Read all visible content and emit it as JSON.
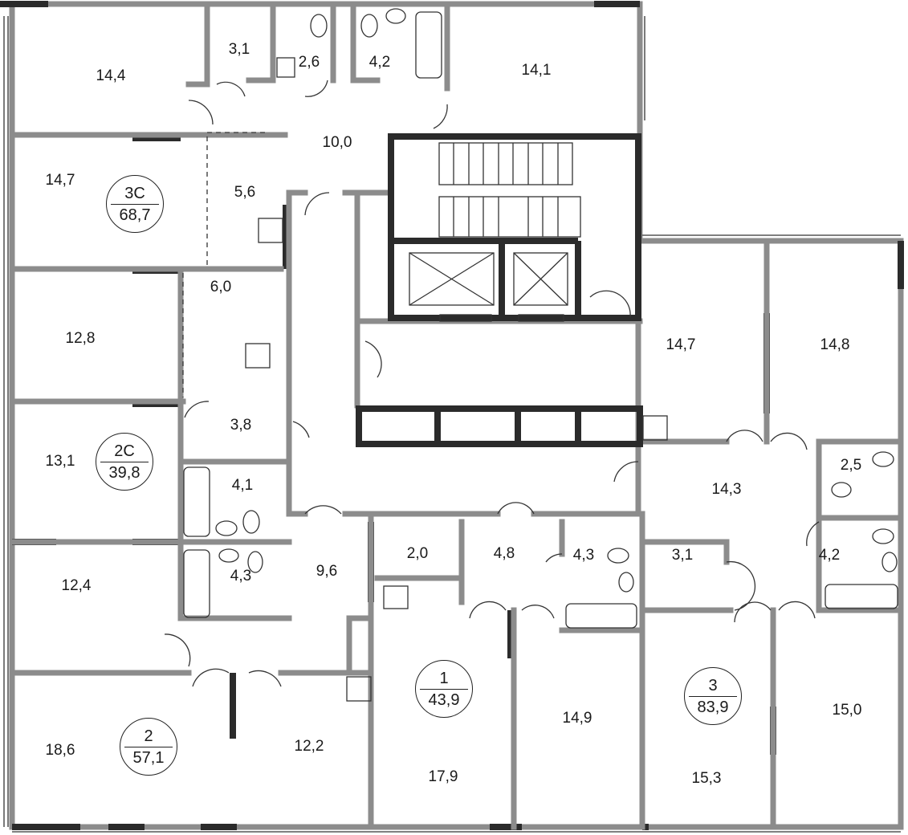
{
  "rooms": [
    {
      "area": "14,4"
    },
    {
      "area": "3,1"
    },
    {
      "area": "2,6"
    },
    {
      "area": "4,2"
    },
    {
      "area": "14,1"
    },
    {
      "area": "10,0"
    },
    {
      "area": "14,7"
    },
    {
      "area": "5,6"
    },
    {
      "area": "6,0"
    },
    {
      "area": "12,8"
    },
    {
      "area": "14,7"
    },
    {
      "area": "14,8"
    },
    {
      "area": "3,8"
    },
    {
      "area": "13,1"
    },
    {
      "area": "4,1"
    },
    {
      "area": "14,3"
    },
    {
      "area": "2,5"
    },
    {
      "area": "2,0"
    },
    {
      "area": "4,8"
    },
    {
      "area": "4,3"
    },
    {
      "area": "3,1"
    },
    {
      "area": "4,2"
    },
    {
      "area": "9,6"
    },
    {
      "area": "12,4"
    },
    {
      "area": "4,3"
    },
    {
      "area": "14,9"
    },
    {
      "area": "15,0"
    },
    {
      "area": "18,6"
    },
    {
      "area": "12,2"
    },
    {
      "area": "17,9"
    },
    {
      "area": "15,3"
    }
  ],
  "apartments": [
    {
      "type": "3С",
      "total_area": "68,7"
    },
    {
      "type": "2С",
      "total_area": "39,8"
    },
    {
      "type": "1",
      "total_area": "43,9"
    },
    {
      "type": "3",
      "total_area": "83,9"
    },
    {
      "type": "2",
      "total_area": "57,1"
    }
  ]
}
